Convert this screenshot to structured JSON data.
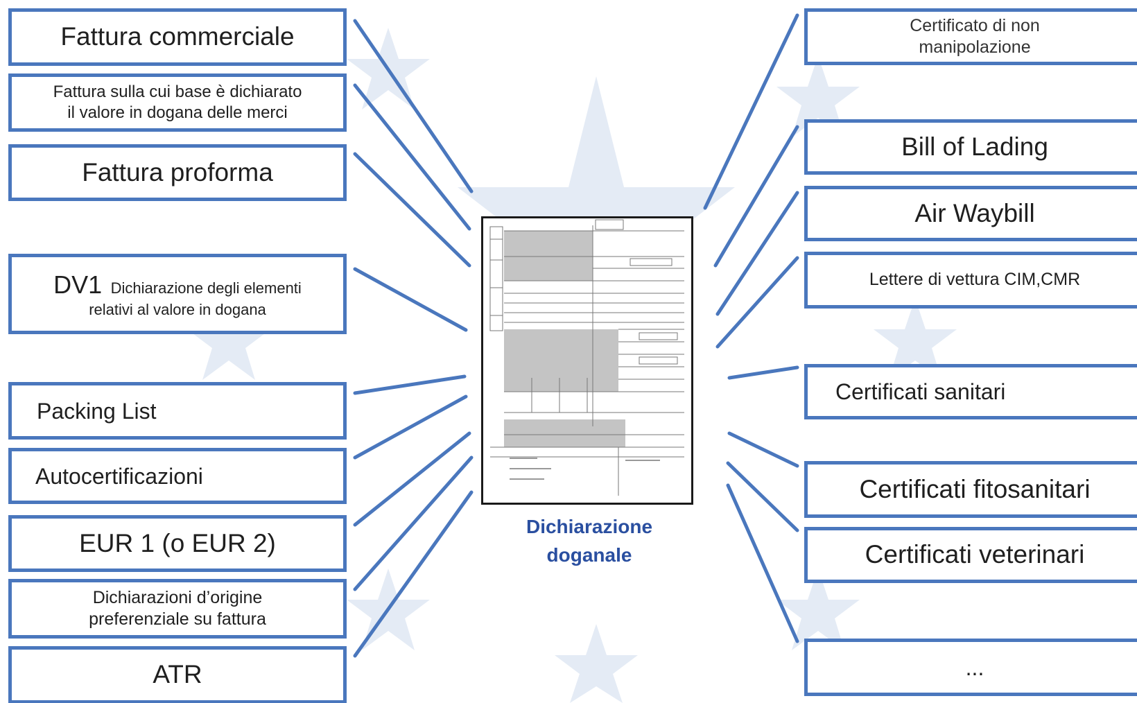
{
  "center": {
    "caption_line1": "Dichiarazione",
    "caption_line2": "doganale"
  },
  "left_boxes": {
    "fattura_commerciale": "Fattura commerciale",
    "fattura_valore_line1": "Fattura sulla cui base è dichiarato",
    "fattura_valore_line2": "il valore in dogana delle merci",
    "fattura_proforma": "Fattura proforma",
    "dv1_code": "DV1",
    "dv1_desc_line1": "Dichiarazione degli elementi",
    "dv1_desc_line2": "relativi al valore in dogana",
    "packing_list": "Packing List",
    "autocertificazioni": "Autocertificazioni",
    "eur1": "EUR 1 (o EUR 2)",
    "dich_origine_line1": "Dichiarazioni d’origine",
    "dich_origine_line2": "preferenziale su fattura",
    "atr": "ATR"
  },
  "right_boxes": {
    "non_manipolazione_line1": "Certificato di non",
    "non_manipolazione_line2": "manipolazione",
    "bill_of_lading": "Bill of Lading",
    "air_waybill": "Air Waybill",
    "lettere_vettura": "Lettere di vettura CIM,CMR",
    "certificati_sanitari": "Certificati sanitari",
    "certificati_fitosanitari": "Certificati fitosanitari",
    "certificati_veterinari": "Certificati veterinari",
    "ellipsis": "..."
  },
  "colors": {
    "box_border": "#4a77bd",
    "connector": "#4a77bd",
    "caption": "#2a4fa0",
    "watermark": "#dfe7f3"
  },
  "icons": {
    "background": "eu-star-watermark",
    "center": "customs-declaration-form"
  }
}
